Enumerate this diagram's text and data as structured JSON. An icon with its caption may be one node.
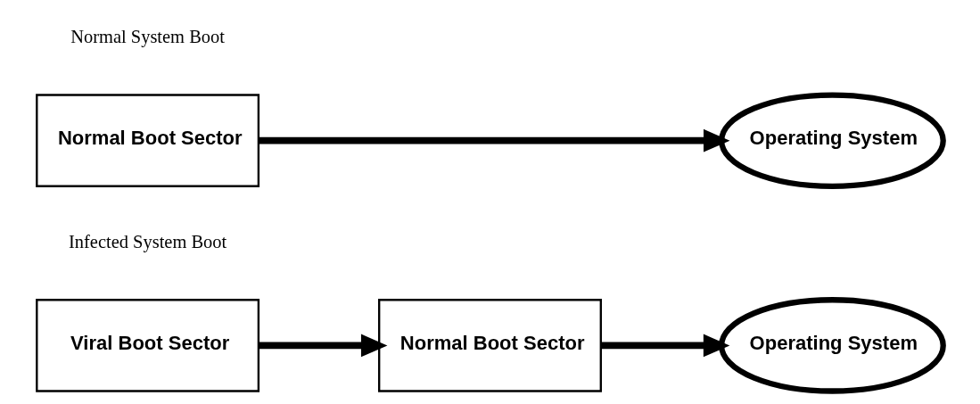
{
  "diagram": {
    "nodes": [
      {
        "text": [
          "Normal Boot Sector"
        ]
      },
      {
        "text": [
          "Operating System"
        ]
      },
      {
        "text": [
          "Viral Boot Sector"
        ]
      },
      {
        "text": [
          "Normal Boot Sector"
        ]
      },
      {
        "text": [
          "Operating System"
        ]
      }
    ],
    "edges": [
      {
        "from": 0,
        "to": 1,
        "arrow": "to"
      },
      {
        "from": 2,
        "to": 3,
        "arrow": "to"
      },
      {
        "from": 3,
        "to": 4,
        "arrow": "to"
      }
    ],
    "labels": [
      "Normal System Boot",
      "Infected System Boot"
    ]
  }
}
